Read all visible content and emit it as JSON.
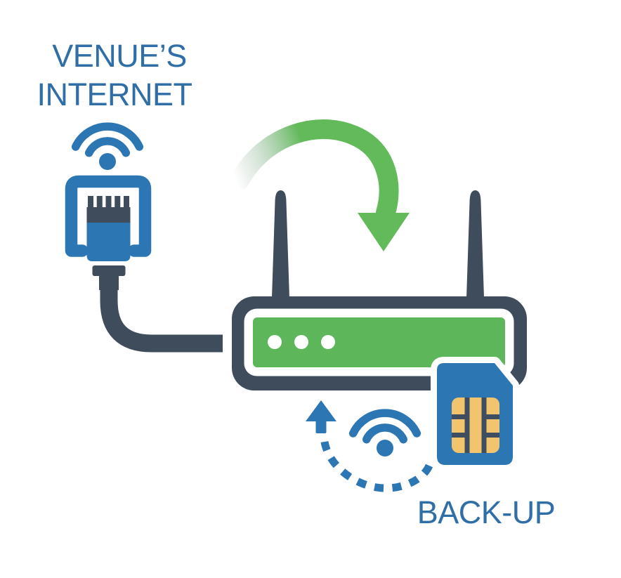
{
  "labels": {
    "venue_line1": "VENUE’S",
    "venue_line2": "INTERNET",
    "backup": "BACK-UP"
  },
  "icons": [
    "wifi-icon-top",
    "ethernet-plug-icon",
    "ethernet-cable",
    "failover-arrow-icon",
    "router-icon",
    "router-antenna-icon",
    "router-status-dots",
    "sim-card-icon",
    "sim-chip-icon",
    "dashed-backup-arrow-icon",
    "wifi-icon-bottom"
  ],
  "colors": {
    "text_blue": "#2f6ea6",
    "icon_blue": "#2d76b4",
    "slate": "#3e4c5b",
    "router_green": "#5db65a",
    "arrow_green": "#63ba5b",
    "chip_gold": "#f3c46e",
    "chip_divider": "#3e4d5f",
    "background": "#ffffff",
    "white": "#ffffff"
  }
}
